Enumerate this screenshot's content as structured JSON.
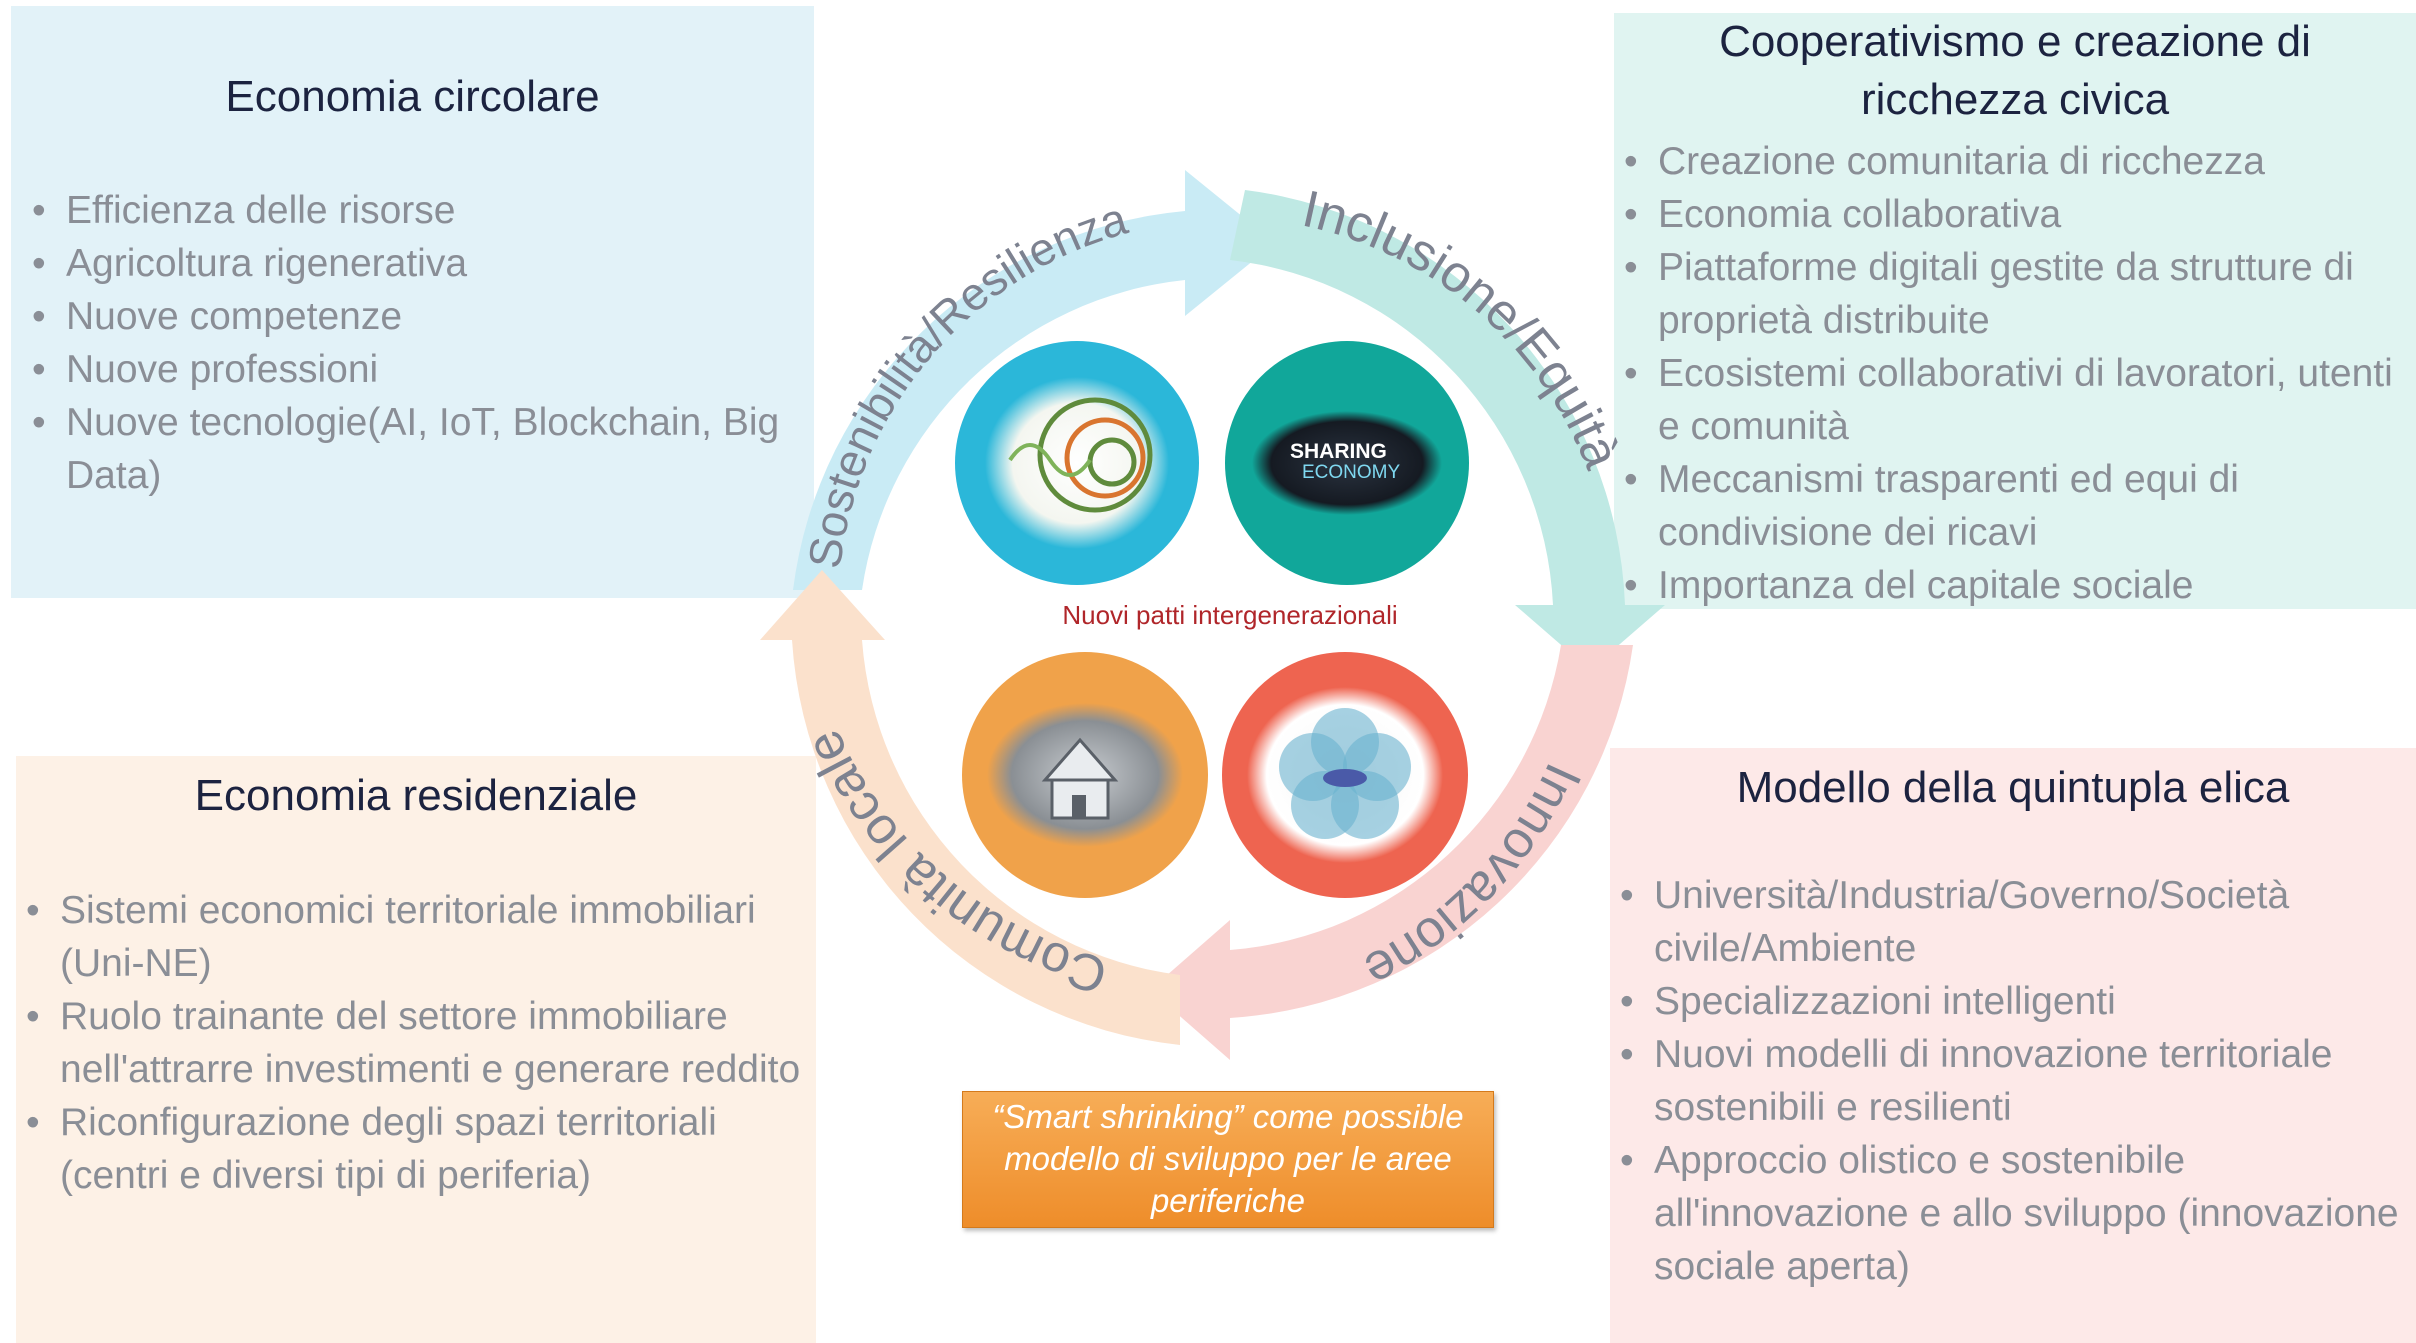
{
  "top_left": {
    "title": "Economia circolare",
    "items": [
      "Efficienza delle risorse",
      "Agricoltura rigenerativa",
      "Nuove competenze",
      "Nuove professioni",
      "Nuove tecnologie(AI, IoT, Blockchain, Big Data)"
    ]
  },
  "top_right": {
    "title": "Cooperativismo e creazione di ricchezza civica",
    "items": [
      "Creazione comunitaria di ricchezza",
      "Economia collaborativa",
      "Piattaforme digitali gestite da strutture di proprietà distribuite",
      "Ecosistemi collaborativi di lavoratori, utenti e comunità",
      "Meccanismi trasparenti ed equi di condivisione dei ricavi",
      "Importanza del capitale sociale"
    ]
  },
  "bottom_left": {
    "title": "Economia residenziale",
    "items": [
      "Sistemi economici territoriale immobiliari (Uni-NE)",
      "Ruolo trainante del settore immobiliare nell'attrarre investimenti e generare reddito",
      "Riconfigurazione degli spazi territoriali (centri e diversi tipi di periferia)"
    ]
  },
  "bottom_right": {
    "title": "Modello della quintupla elica",
    "items": [
      "Università/Industria/Governo/Società civile/Ambiente",
      "Specializzazioni intelligenti",
      "Nuovi modelli di innovazione territoriale sostenibili e resilienti",
      "Approccio olistico e sostenibile all'innovazione e allo sviluppo (innovazione sociale aperta)"
    ]
  },
  "cycle": {
    "arrows": {
      "top_left": "Sostenibilità/Resilienza",
      "top_right": "Inclusione/Equità",
      "bottom_right": "Innovazione",
      "bottom_left": "Comunità locale"
    },
    "center_label": "Nuovi patti intergenerazionali",
    "sharing_text_1": "SHARING",
    "sharing_text_2": "ECONOMY"
  },
  "note": "“Smart shrinking” come possible modello di sviluppo per le aree periferiche",
  "colors": {
    "arrow_top_left": "#c9ebf5",
    "arrow_top_right": "#bfe9e4",
    "arrow_bottom_right": "#f9d3d1",
    "arrow_bottom_left": "#fbe1cc",
    "circle_blue": "#2bb7d9",
    "circle_teal": "#11a79a",
    "circle_orange": "#f0a24a",
    "circle_red": "#ee6450",
    "note": "#f2a043"
  }
}
